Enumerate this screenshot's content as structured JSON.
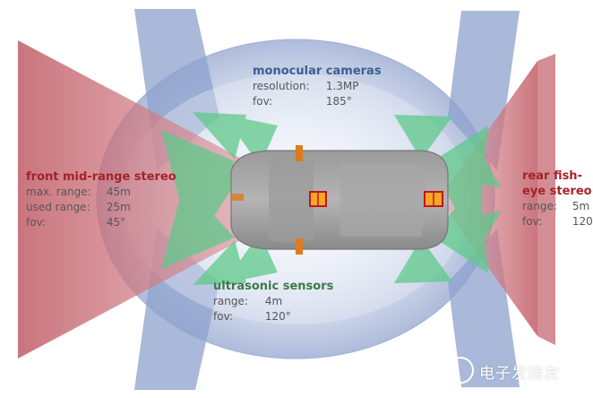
{
  "labels": {
    "monocular": {
      "title": "monocular cameras",
      "rows": [
        {
          "key": "resolution:",
          "value": "1.3MP"
        },
        {
          "key": "fov:",
          "value": "185°"
        }
      ]
    },
    "front_stereo": {
      "title": "front mid-range stereo",
      "rows": [
        {
          "key": "max. range:",
          "value": "45m"
        },
        {
          "key": "used range:",
          "value": "25m"
        },
        {
          "key": "fov:",
          "value": "45°"
        }
      ]
    },
    "ultrasonic": {
      "title": "ultrasonic sensors",
      "rows": [
        {
          "key": "range:",
          "value": "4m"
        },
        {
          "key": "fov:",
          "value": "120°"
        }
      ]
    },
    "rear_fisheye": {
      "title_line1": "rear fish-",
      "title_line2": "eye stereo",
      "rows": [
        {
          "key": "range:",
          "value": "5m"
        },
        {
          "key": "fov:",
          "value": "120"
        }
      ]
    }
  },
  "watermark": {
    "text": "电子发烧友"
  },
  "colors": {
    "camera_blue": "#7f95c4",
    "stereo_red": "#c96a73",
    "ultrasonic_green": "#5fc98a",
    "car_body": "#8e8e8e"
  }
}
